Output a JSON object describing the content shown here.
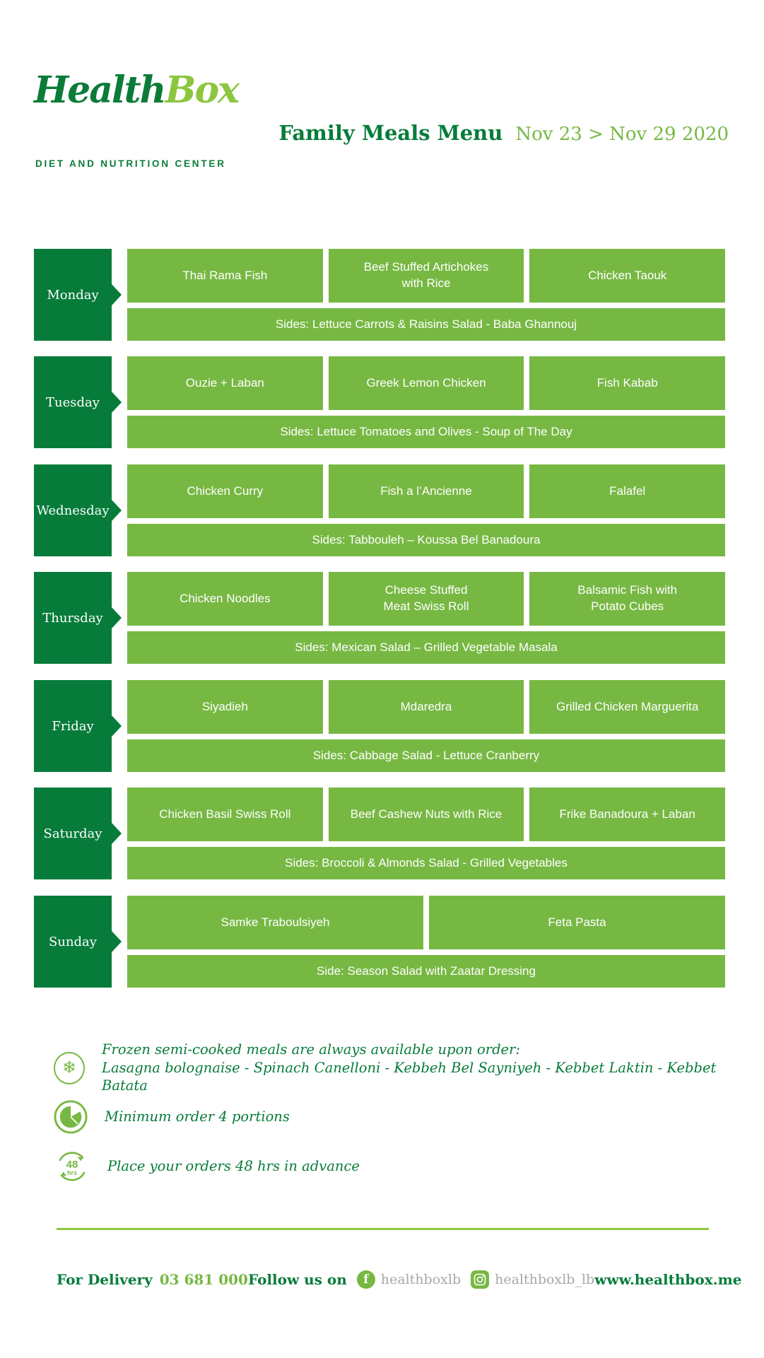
{
  "brand": {
    "name_health": "Health",
    "name_box": "Box",
    "tagline": "DIET AND NUTRITION CENTER"
  },
  "header": {
    "title": "Family Meals Menu",
    "date_range": "Nov 23 > Nov 29 2020"
  },
  "days": [
    {
      "label": "Monday",
      "meals": [
        "Thai Rama Fish",
        "Beef Stuffed Artichokes\nwith Rice",
        "Chicken Taouk"
      ],
      "sides": "Sides: Lettuce Carrots & Raisins Salad - Baba Ghannouj"
    },
    {
      "label": "Tuesday",
      "meals": [
        "Ouzie + Laban",
        "Greek Lemon Chicken",
        "Fish Kabab"
      ],
      "sides": "Sides: Lettuce Tomatoes and Olives - Soup of The Day"
    },
    {
      "label": "Wednesday",
      "meals": [
        "Chicken Curry",
        "Fish a l’Ancienne",
        "Falafel"
      ],
      "sides": "Sides:  Tabbouleh – Koussa Bel Banadoura"
    },
    {
      "label": "Thursday",
      "meals": [
        "Chicken Noodles",
        "Cheese Stuffed\nMeat Swiss Roll",
        "Balsamic Fish with\nPotato Cubes"
      ],
      "sides": "Sides: Mexican Salad – Grilled Vegetable Masala"
    },
    {
      "label": "Friday",
      "meals": [
        "Siyadieh",
        "Mdaredra",
        "Grilled Chicken Marguerita"
      ],
      "sides": "Sides: Cabbage Salad - Lettuce Cranberry"
    },
    {
      "label": "Saturday",
      "meals": [
        "Chicken Basil Swiss Roll",
        "Beef Cashew Nuts with Rice",
        "Frike Banadoura + Laban"
      ],
      "sides": "Sides: Broccoli & Almonds Salad - Grilled Vegetables"
    },
    {
      "label": "Sunday",
      "meals": [
        "Samke Traboulsiyeh",
        "Feta Pasta"
      ],
      "sides": "Side: Season Salad with Zaatar Dressing"
    }
  ],
  "notes": {
    "frozen": {
      "icon": "snowflake-icon",
      "glyph": "❄",
      "line1": "Frozen semi-cooked meals are always available upon order:",
      "line2": "Lasagna bolognaise - Spinach Canelloni - Kebbeh Bel Sayniyeh - Kebbet Laktin - Kebbet Batata"
    },
    "minimum": {
      "icon": "pie-clock-icon",
      "text": "Minimum order 4 portions"
    },
    "advance": {
      "icon": "48hrs-cycle-icon",
      "icon_number": "48",
      "icon_unit": "hrs",
      "text": "Place your orders 48 hrs in advance"
    }
  },
  "footer": {
    "delivery_label": "For Delivery",
    "delivery_number": "03 681 000",
    "follow_label": "Follow us on",
    "facebook_icon": "f",
    "facebook_handle": "healthboxlb",
    "instagram_handle": "healthboxlb_lb",
    "website": "www.healthbox.me"
  },
  "colors": {
    "dark_green": "#077c3a",
    "light_green": "#77b843",
    "logo_light_green": "#8cc63f",
    "handle_gray": "#a6a8ab"
  }
}
